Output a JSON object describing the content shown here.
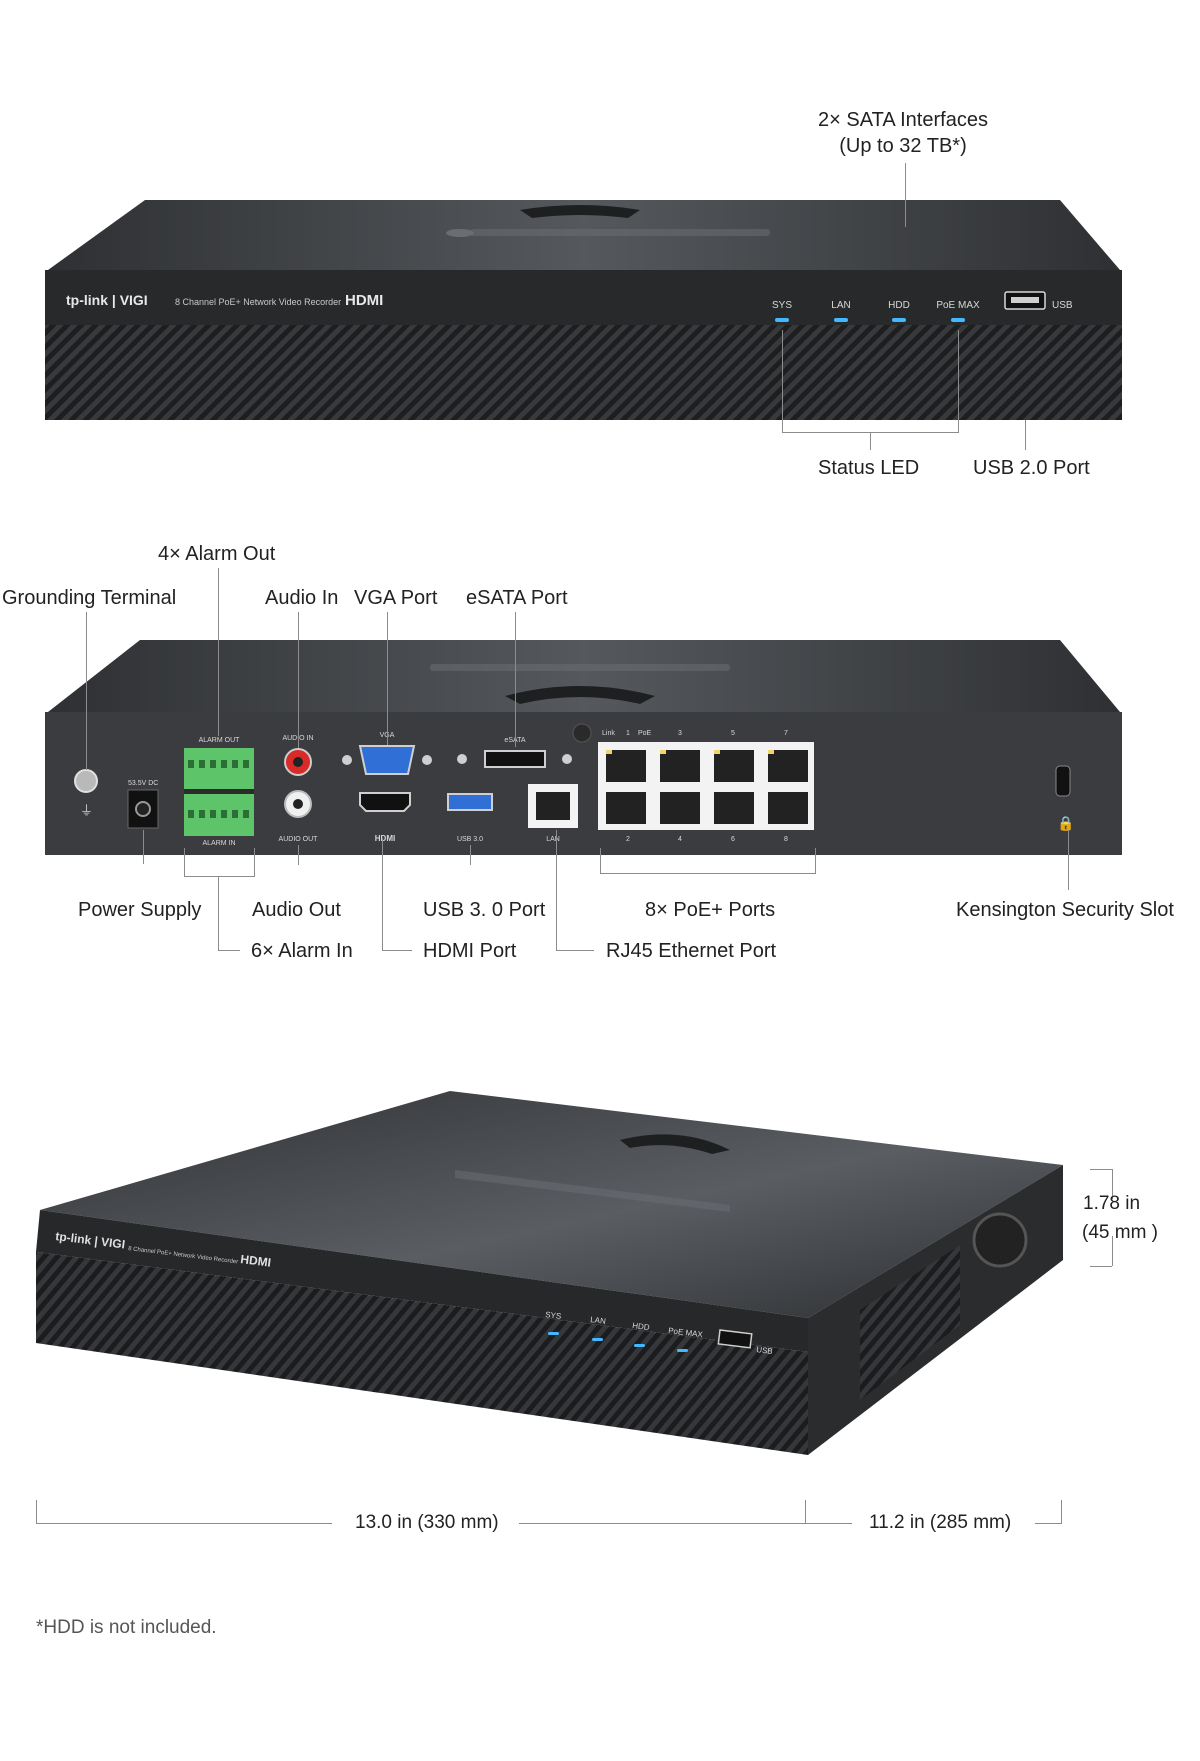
{
  "front": {
    "logo": "tp-link | VIGI",
    "model_text": "8 Channel PoE+ Network Video Recorder",
    "hdmi_logo": "HDMI",
    "led_labels": [
      "SYS",
      "LAN",
      "HDD",
      "PoE MAX"
    ],
    "usb_text": "USB",
    "callouts": {
      "sata_line1": "2× SATA Interfaces",
      "sata_line2": "(Up to 32 TB*)",
      "status_led": "Status LED",
      "usb2": "USB 2.0 Port"
    }
  },
  "rear": {
    "panel": {
      "alarm_out": "ALARM OUT",
      "alarm_in": "ALARM IN",
      "audio_in": "AUDIO IN",
      "audio_out": "AUDIO OUT",
      "vga": "VGA",
      "esata": "eSATA",
      "dc": "53.5V DC",
      "hdmi": "HDMI",
      "usb3": "USB 3.0",
      "lan": "LAN",
      "link": "Link",
      "poe": "PoE",
      "port_numbers_top": [
        "1",
        "3",
        "5",
        "7"
      ],
      "port_numbers_bottom": [
        "2",
        "4",
        "6",
        "8"
      ]
    },
    "callouts": {
      "alarm_out": "4× Alarm Out",
      "grounding": "Grounding Terminal",
      "audio_in": "Audio In",
      "vga": "VGA Port",
      "esata": "eSATA Port",
      "power": "Power Supply",
      "audio_out": "Audio Out",
      "usb3": "USB 3. 0 Port",
      "poe_ports": "8× PoE+ Ports",
      "kensington": "Kensington Security Slot",
      "alarm_in": "6× Alarm In",
      "hdmi": "HDMI Port",
      "rj45": "RJ45 Ethernet Port"
    }
  },
  "dimensions": {
    "height_in": "1.78 in",
    "height_mm": "(45 mm )",
    "width": "13.0 in (330 mm)",
    "depth": "11.2 in (285 mm)"
  },
  "footnote": "*HDD is not included.",
  "colors": {
    "chassis": "#3b3d40",
    "led": "#43b8ff",
    "terminal_green": "#5ec46a"
  }
}
